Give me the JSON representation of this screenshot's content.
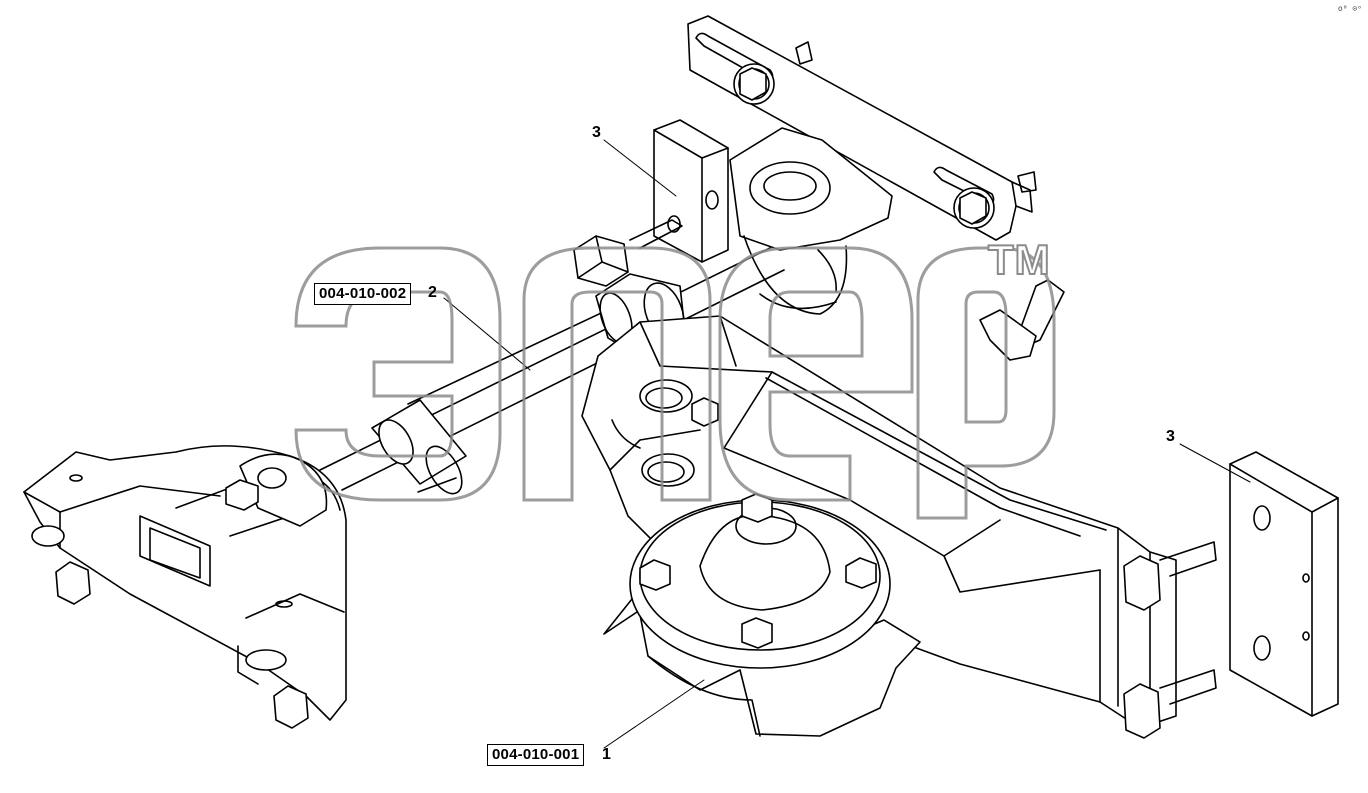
{
  "labels": {
    "part_1_code": "004-010-001",
    "part_1_callout": "1",
    "part_2_code": "004-010-002",
    "part_2_callout": "2",
    "part_3_callout_top": "3",
    "part_3_callout_right": "3",
    "watermark_text": "эпер",
    "watermark_trademark": "TM",
    "corner_mark": "o⁰ ⊙ᵒ"
  },
  "colors": {
    "line": "#000000",
    "watermark": "#9a9a9a",
    "background": "#ffffff"
  }
}
